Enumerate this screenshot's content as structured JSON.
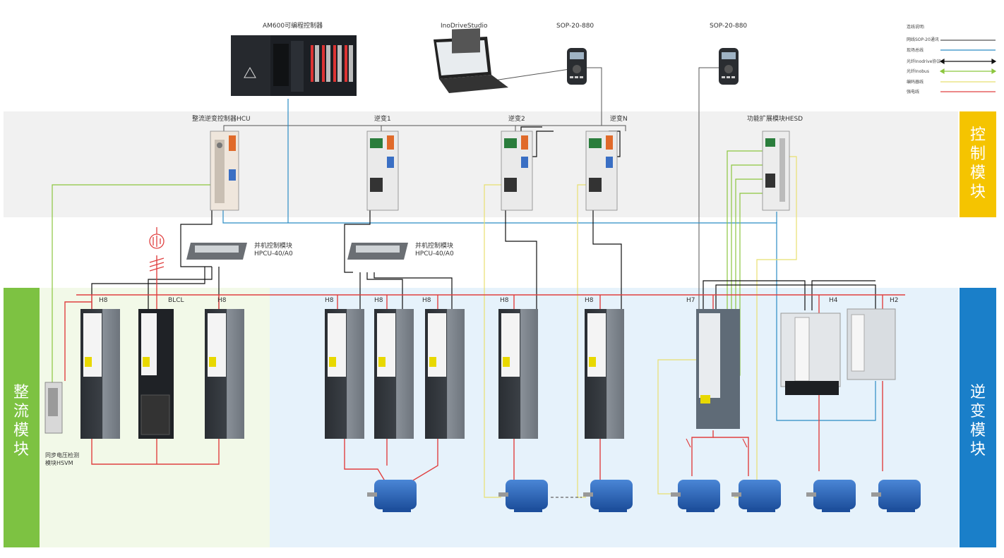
{
  "header": {
    "plc_label": "AM600可编程控制器",
    "software_label": "InoDriveStudio",
    "sop_label_1": "SOP-20-880",
    "sop_label_2": "SOP-20-880"
  },
  "legend": {
    "title": "连线说明:",
    "items": [
      {
        "label": "网线SOP-20通讯",
        "color": "#555555"
      },
      {
        "label": "现场总线",
        "color": "#2b8cc4"
      },
      {
        "label": "光纤Inodrive协议",
        "color": "#111111"
      },
      {
        "label": "光纤Inobus",
        "color": "#8cc63f"
      },
      {
        "label": "编码器线",
        "color": "#e8e070"
      },
      {
        "label": "强电线",
        "color": "#e04040"
      }
    ]
  },
  "control_modules": {
    "hcu": "整流逆变控制器HCU",
    "inv1": "逆变1",
    "inv2": "逆变2",
    "invN": "逆变N",
    "hesd": "功能扩展模块HESD"
  },
  "hpcu": [
    {
      "line1": "并机控制模块",
      "line2": "HPCU-40/A0"
    },
    {
      "line1": "并机控制模块",
      "line2": "HPCU-40/A0"
    }
  ],
  "drive_labels": [
    "H8",
    "BLCL",
    "H8",
    "H8",
    "H8",
    "H8",
    "H8",
    "H8",
    "H7",
    "H4",
    "H2"
  ],
  "hsvm": {
    "line1": "同步电压检测",
    "line2": "模块HSVM"
  },
  "bands": {
    "control": "控制模块",
    "rectifier": "整流模块",
    "inverter": "逆变模块"
  },
  "colors": {
    "control_band": "#f5c400",
    "rectifier_band": "#7dc242",
    "inverter_band": "#1a7fc9",
    "power_line": "#e04040",
    "fieldbus": "#2b8cc4",
    "inobus": "#8cc63f",
    "encoder": "#e8e070",
    "fiber": "#111111"
  }
}
